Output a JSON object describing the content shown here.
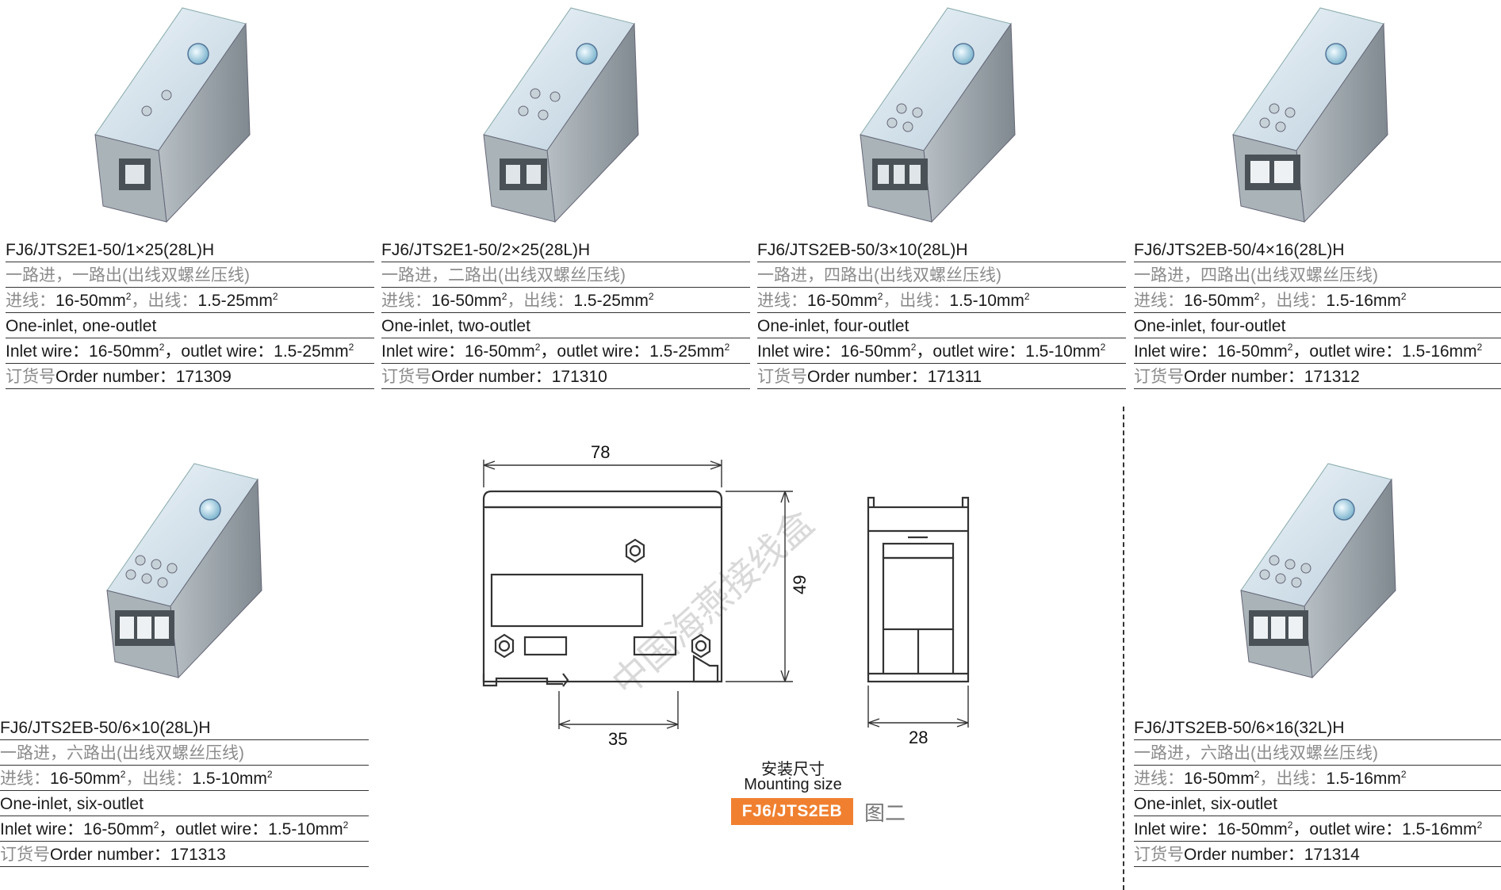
{
  "products": [
    {
      "model": "FJ6/JTS2E1-50/1×25(28L)H",
      "desc_cn": "一路进，一路出(出线双螺丝压线)",
      "wire_cn": {
        "in_label": "进线：",
        "in_val": "16-50mm",
        "out_label": "，出线：",
        "out_val": "1.5-25mm"
      },
      "desc_en": "One-inlet, one-outlet",
      "wire_en": {
        "in_label": "Inlet wire：",
        "in_val": "16-50mm",
        "out_label": "，outlet wire：",
        "out_val": "1.5-25mm"
      },
      "order_cn": "订货号",
      "order_label": "Order number：",
      "order_number": "171309"
    },
    {
      "model": "FJ6/JTS2E1-50/2×25(28L)H",
      "desc_cn": "一路进，二路出(出线双螺丝压线)",
      "wire_cn": {
        "in_label": "进线：",
        "in_val": "16-50mm",
        "out_label": "，出线：",
        "out_val": "1.5-25mm"
      },
      "desc_en": "One-inlet, two-outlet",
      "wire_en": {
        "in_label": "Inlet wire：",
        "in_val": "16-50mm",
        "out_label": "，outlet wire：",
        "out_val": "1.5-25mm"
      },
      "order_cn": "订货号",
      "order_label": "Order number：",
      "order_number": "171310"
    },
    {
      "model": "FJ6/JTS2EB-50/3×10(28L)H",
      "desc_cn": "一路进，四路出(出线双螺丝压线)",
      "wire_cn": {
        "in_label": "进线：",
        "in_val": "16-50mm",
        "out_label": "，出线：",
        "out_val": "1.5-10mm"
      },
      "desc_en": "One-inlet, four-outlet",
      "wire_en": {
        "in_label": "Inlet wire：",
        "in_val": "16-50mm",
        "out_label": "，outlet wire：",
        "out_val": "1.5-10mm"
      },
      "order_cn": "订货号",
      "order_label": "Order number：",
      "order_number": "171311"
    },
    {
      "model": "FJ6/JTS2EB-50/4×16(28L)H",
      "desc_cn": "一路进，四路出(出线双螺丝压线)",
      "wire_cn": {
        "in_label": "进线：",
        "in_val": "16-50mm",
        "out_label": "，出线：",
        "out_val": "1.5-16mm"
      },
      "desc_en": "One-inlet, four-outlet",
      "wire_en": {
        "in_label": "Inlet wire：",
        "in_val": "16-50mm",
        "out_label": "，outlet wire：",
        "out_val": "1.5-16mm"
      },
      "order_cn": "订货号",
      "order_label": "Order number：",
      "order_number": "171312"
    },
    {
      "model": "FJ6/JTS2EB-50/6×10(28L)H",
      "desc_cn": "一路进，六路出(出线双螺丝压线)",
      "wire_cn": {
        "in_label": "进线：",
        "in_val": "16-50mm",
        "out_label": "，出线：",
        "out_val": "1.5-10mm"
      },
      "desc_en": "One-inlet, six-outlet",
      "wire_en": {
        "in_label": "Inlet wire：",
        "in_val": "16-50mm",
        "out_label": "，outlet wire：",
        "out_val": "1.5-10mm"
      },
      "order_cn": "订货号",
      "order_label": "Order number：",
      "order_number": "171313"
    },
    {
      "model": "FJ6/JTS2EB-50/6×16(32L)H",
      "desc_cn": "一路进，六路出(出线双螺丝压线)",
      "wire_cn": {
        "in_label": "进线：",
        "in_val": "16-50mm",
        "out_label": "，出线：",
        "out_val": "1.5-16mm"
      },
      "desc_en": "One-inlet, six-outlet",
      "wire_en": {
        "in_label": "Inlet wire：",
        "in_val": "16-50mm",
        "out_label": "，outlet wire：",
        "out_val": "1.5-16mm"
      },
      "order_cn": "订货号",
      "order_label": "Order number：",
      "order_number": "171314"
    }
  ],
  "superscript": "2",
  "drawing": {
    "dim_width": "78",
    "dim_height": "49",
    "dim_rail": "35",
    "dim_side": "28",
    "watermark": "中国海燕接线盒"
  },
  "caption": {
    "cn": "安装尺寸",
    "en": "Mounting size",
    "badge": "FJ6/JTS2EB",
    "figure": "图二"
  },
  "colors": {
    "accent": "#f08030",
    "text": "#1a1a1a",
    "cn_text": "#8c8c8c",
    "product_grey": "#9aa3a8",
    "cover": "#d6e4ee"
  }
}
